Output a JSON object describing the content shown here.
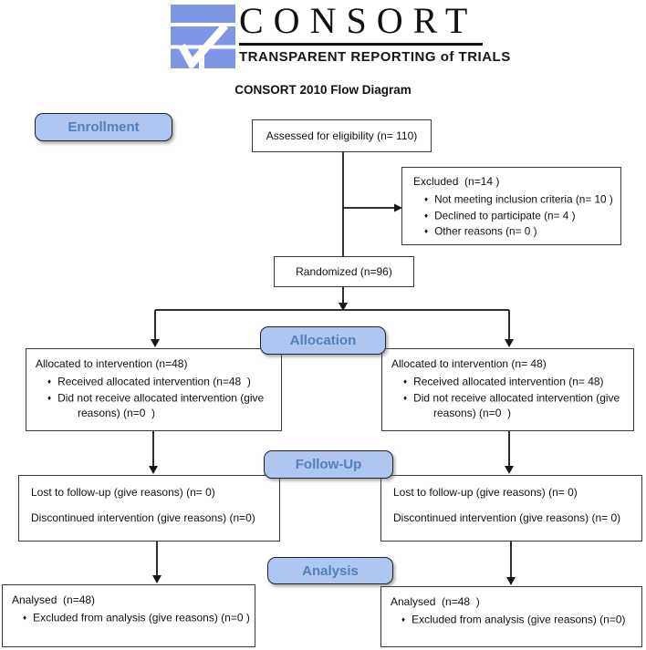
{
  "header": {
    "logo_title": "CONSORT",
    "logo_subtitle": "TRANSPARENT REPORTING of TRIALS",
    "page_title": "CONSORT 2010 Flow Diagram"
  },
  "stages": {
    "enrollment": "Enrollment",
    "allocation": "Allocation",
    "followup": "Follow-Up",
    "analysis": "Analysis"
  },
  "boxes": {
    "assessed": {
      "text": "Assessed for eligibility (n= 110)"
    },
    "excluded": {
      "title": "Excluded  (n=14 )",
      "items": [
        "Not meeting inclusion criteria (n= 10 )",
        "Declined to participate (n= 4 )",
        "Other reasons (n= 0 )"
      ]
    },
    "randomized": {
      "text": "Randomized (n=96)"
    },
    "alloc_left": {
      "title": "Allocated to intervention (n=48)",
      "items": [
        "Received allocated intervention (n=48  )",
        "Did not receive allocated intervention (give reasons) (n=0  )"
      ]
    },
    "alloc_right": {
      "title": "Allocated to intervention (n= 48)",
      "items": [
        "Received allocated intervention (n= 48)",
        "Did not receive allocated intervention (give reasons) (n=0  )"
      ]
    },
    "follow_left": {
      "lines": [
        "Lost to follow-up (give reasons) (n= 0)",
        "Discontinued intervention (give reasons) (n=0)"
      ]
    },
    "follow_right": {
      "lines": [
        "Lost to follow-up (give reasons) (n= 0)",
        "Discontinued intervention (give reasons) (n= 0)"
      ]
    },
    "analysis_left": {
      "title": "Analysed  (n=48)",
      "items": [
        "Excluded from analysis (give reasons) (n=0 )"
      ]
    },
    "analysis_right": {
      "title": "Analysed  (n=48  )",
      "items": [
        "Excluded from analysis (give reasons) (n=0)"
      ]
    }
  },
  "colors": {
    "pill_background": "#aec6f0",
    "pill_text": "#4f81bd",
    "logo_blue": "#7d97e6",
    "line": "#161616",
    "box_border": "#3a3a3a"
  }
}
